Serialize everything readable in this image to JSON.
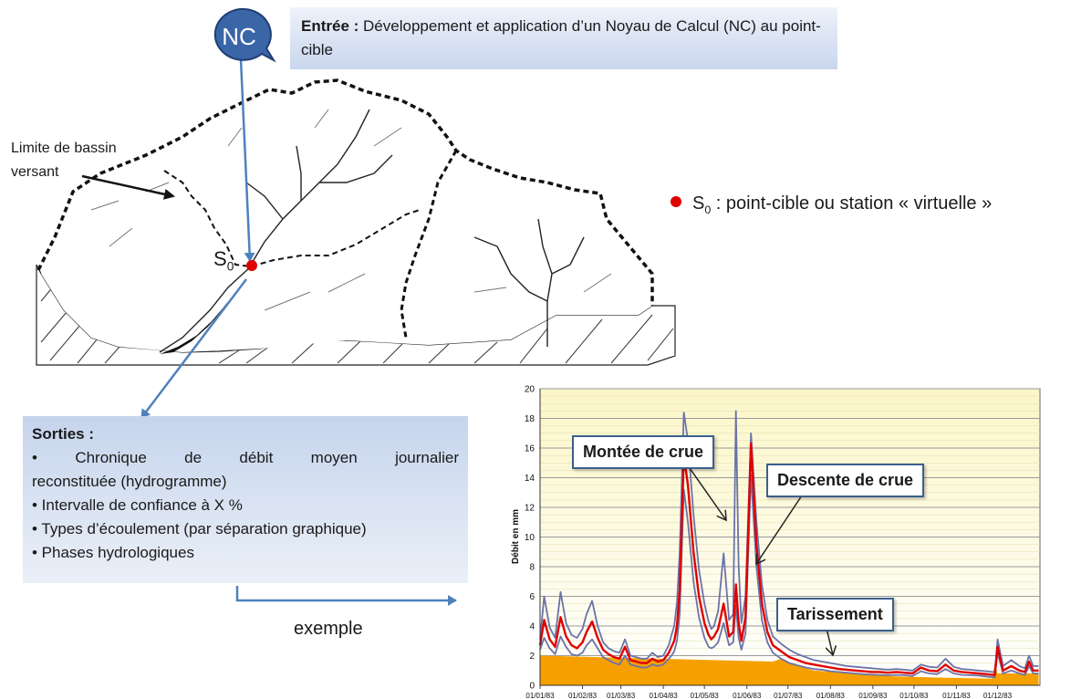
{
  "nc_label": "NC",
  "entree": {
    "title": "Entrée :",
    "text": "Développement et application d’un Noyau de Calcul (NC) au point-cible"
  },
  "bassin_label_line1": "Limite de bassin",
  "bassin_label_line2": "versant",
  "s0_map_label": "S",
  "s0_sub": "0",
  "s0_legend_prefix": "S",
  "s0_legend_sub": "0",
  "s0_legend_text": " : point-cible ou station « virtuelle »",
  "sorties": {
    "title": "Sorties :",
    "items": [
      "• Chronique de débit moyen journalier",
      "reconstituée (hydrogramme)",
      "• Intervalle de confiance à X %",
      "• Types d’écoulement (par séparation graphique)",
      "• Phases hydrologiques"
    ]
  },
  "exemple_label": "exemple",
  "colors": {
    "series_mid": "#e00000",
    "series_band": "#6a73a8",
    "baseflow": "#f5a000",
    "arrow": "#4f81bd",
    "point": "#e00000",
    "nc_bubble": "#3a66a8"
  },
  "chart_data": {
    "type": "line",
    "ylabel": "Débit en mm",
    "ylim": [
      0,
      20
    ],
    "yticks": [
      "0",
      "2",
      "4",
      "6",
      "8",
      "10",
      "12",
      "14",
      "16",
      "18",
      "20"
    ],
    "xticks": [
      "01/01/83",
      "01/02/83",
      "01/03/83",
      "01/04/83",
      "01/05/83",
      "01/06/83",
      "01/07/83",
      "01/08/83",
      "01/09/83",
      "01/10/83",
      "01/11/83",
      "01/12/83"
    ],
    "grid": true,
    "annotations": [
      "Montée de crue",
      "Descente de crue",
      "Tarissement"
    ],
    "x_days": [
      0,
      3,
      7,
      11,
      15,
      19,
      23,
      27,
      31,
      34,
      38,
      42,
      46,
      50,
      54,
      58,
      62,
      66,
      70,
      74,
      78,
      82,
      86,
      90,
      94,
      96,
      98,
      100,
      102,
      105,
      108,
      112,
      116,
      120,
      123,
      125,
      127,
      130,
      134,
      138,
      141,
      143,
      145,
      147,
      150,
      154,
      158,
      162,
      166,
      170,
      176,
      182,
      188,
      194,
      200,
      206,
      212,
      218,
      224,
      230,
      236,
      242,
      248,
      254,
      260,
      266,
      272,
      278,
      284,
      290,
      296,
      302,
      308,
      314,
      320,
      326,
      330,
      332,
      334,
      338,
      344,
      350,
      354,
      357,
      360,
      364
    ],
    "series": [
      {
        "role": "central",
        "values": [
          2.7,
          4.4,
          3.1,
          2.6,
          4.6,
          3.3,
          2.7,
          2.5,
          2.9,
          3.6,
          4.3,
          3.2,
          2.4,
          2.1,
          1.9,
          1.8,
          2.6,
          1.7,
          1.6,
          1.5,
          1.5,
          1.8,
          1.6,
          1.7,
          2.2,
          2.6,
          3.0,
          4.0,
          6.5,
          15.5,
          13.5,
          9.0,
          6.0,
          4.2,
          3.4,
          3.1,
          3.3,
          3.8,
          5.5,
          3.3,
          3.6,
          6.8,
          4.2,
          3.0,
          4.6,
          16.3,
          9.5,
          5.5,
          3.6,
          2.7,
          2.3,
          1.9,
          1.7,
          1.5,
          1.4,
          1.3,
          1.2,
          1.1,
          1.05,
          1.0,
          0.95,
          0.9,
          0.9,
          0.85,
          0.9,
          0.85,
          0.8,
          1.2,
          1.0,
          0.95,
          1.4,
          1.0,
          0.9,
          0.85,
          0.8,
          0.75,
          0.7,
          0.7,
          2.6,
          1.0,
          1.3,
          1.0,
          0.9,
          1.6,
          1.0,
          1.0
        ]
      },
      {
        "role": "upper-bound",
        "values": [
          3.1,
          6.0,
          3.9,
          3.2,
          6.3,
          4.2,
          3.4,
          3.2,
          3.8,
          4.8,
          5.7,
          4.0,
          2.9,
          2.5,
          2.3,
          2.2,
          3.1,
          2.0,
          1.9,
          1.8,
          1.8,
          2.2,
          1.9,
          2.0,
          2.7,
          3.4,
          4.0,
          5.6,
          9.0,
          18.4,
          16.5,
          11.5,
          7.8,
          5.5,
          4.3,
          3.8,
          4.0,
          5.0,
          8.9,
          4.4,
          4.8,
          18.5,
          8.0,
          4.2,
          6.0,
          17.0,
          11.0,
          6.8,
          4.4,
          3.3,
          2.8,
          2.4,
          2.1,
          1.9,
          1.7,
          1.6,
          1.5,
          1.4,
          1.3,
          1.25,
          1.2,
          1.15,
          1.1,
          1.05,
          1.1,
          1.05,
          1.0,
          1.4,
          1.25,
          1.2,
          1.8,
          1.25,
          1.1,
          1.05,
          1.0,
          0.95,
          0.9,
          0.9,
          3.1,
          1.3,
          1.7,
          1.3,
          1.15,
          2.0,
          1.3,
          1.3
        ]
      },
      {
        "role": "lower-bound",
        "values": [
          2.4,
          3.2,
          2.5,
          2.1,
          3.3,
          2.6,
          2.1,
          2.0,
          2.2,
          2.7,
          3.1,
          2.5,
          1.9,
          1.7,
          1.5,
          1.4,
          2.0,
          1.4,
          1.3,
          1.2,
          1.2,
          1.4,
          1.3,
          1.4,
          1.8,
          2.0,
          2.3,
          3.0,
          4.8,
          13.2,
          11.0,
          7.0,
          4.6,
          3.2,
          2.6,
          2.5,
          2.6,
          2.9,
          4.2,
          2.7,
          2.9,
          5.4,
          3.2,
          2.4,
          3.5,
          14.2,
          8.0,
          4.4,
          2.9,
          2.2,
          1.8,
          1.5,
          1.35,
          1.2,
          1.1,
          1.05,
          0.95,
          0.9,
          0.85,
          0.8,
          0.75,
          0.72,
          0.7,
          0.68,
          0.7,
          0.68,
          0.62,
          0.95,
          0.8,
          0.75,
          1.1,
          0.8,
          0.7,
          0.68,
          0.65,
          0.6,
          0.55,
          0.55,
          2.2,
          0.8,
          1.0,
          0.8,
          0.7,
          1.3,
          0.8,
          0.8
        ]
      },
      {
        "role": "baseflow",
        "x_days": [
          0,
          170,
          176,
          182,
          200,
          230,
          260,
          300,
          330,
          332,
          334,
          364
        ],
        "values": [
          2.0,
          1.6,
          1.8,
          1.5,
          1.0,
          0.8,
          0.6,
          0.5,
          0.45,
          1.5,
          0.8,
          0.8
        ]
      }
    ]
  }
}
